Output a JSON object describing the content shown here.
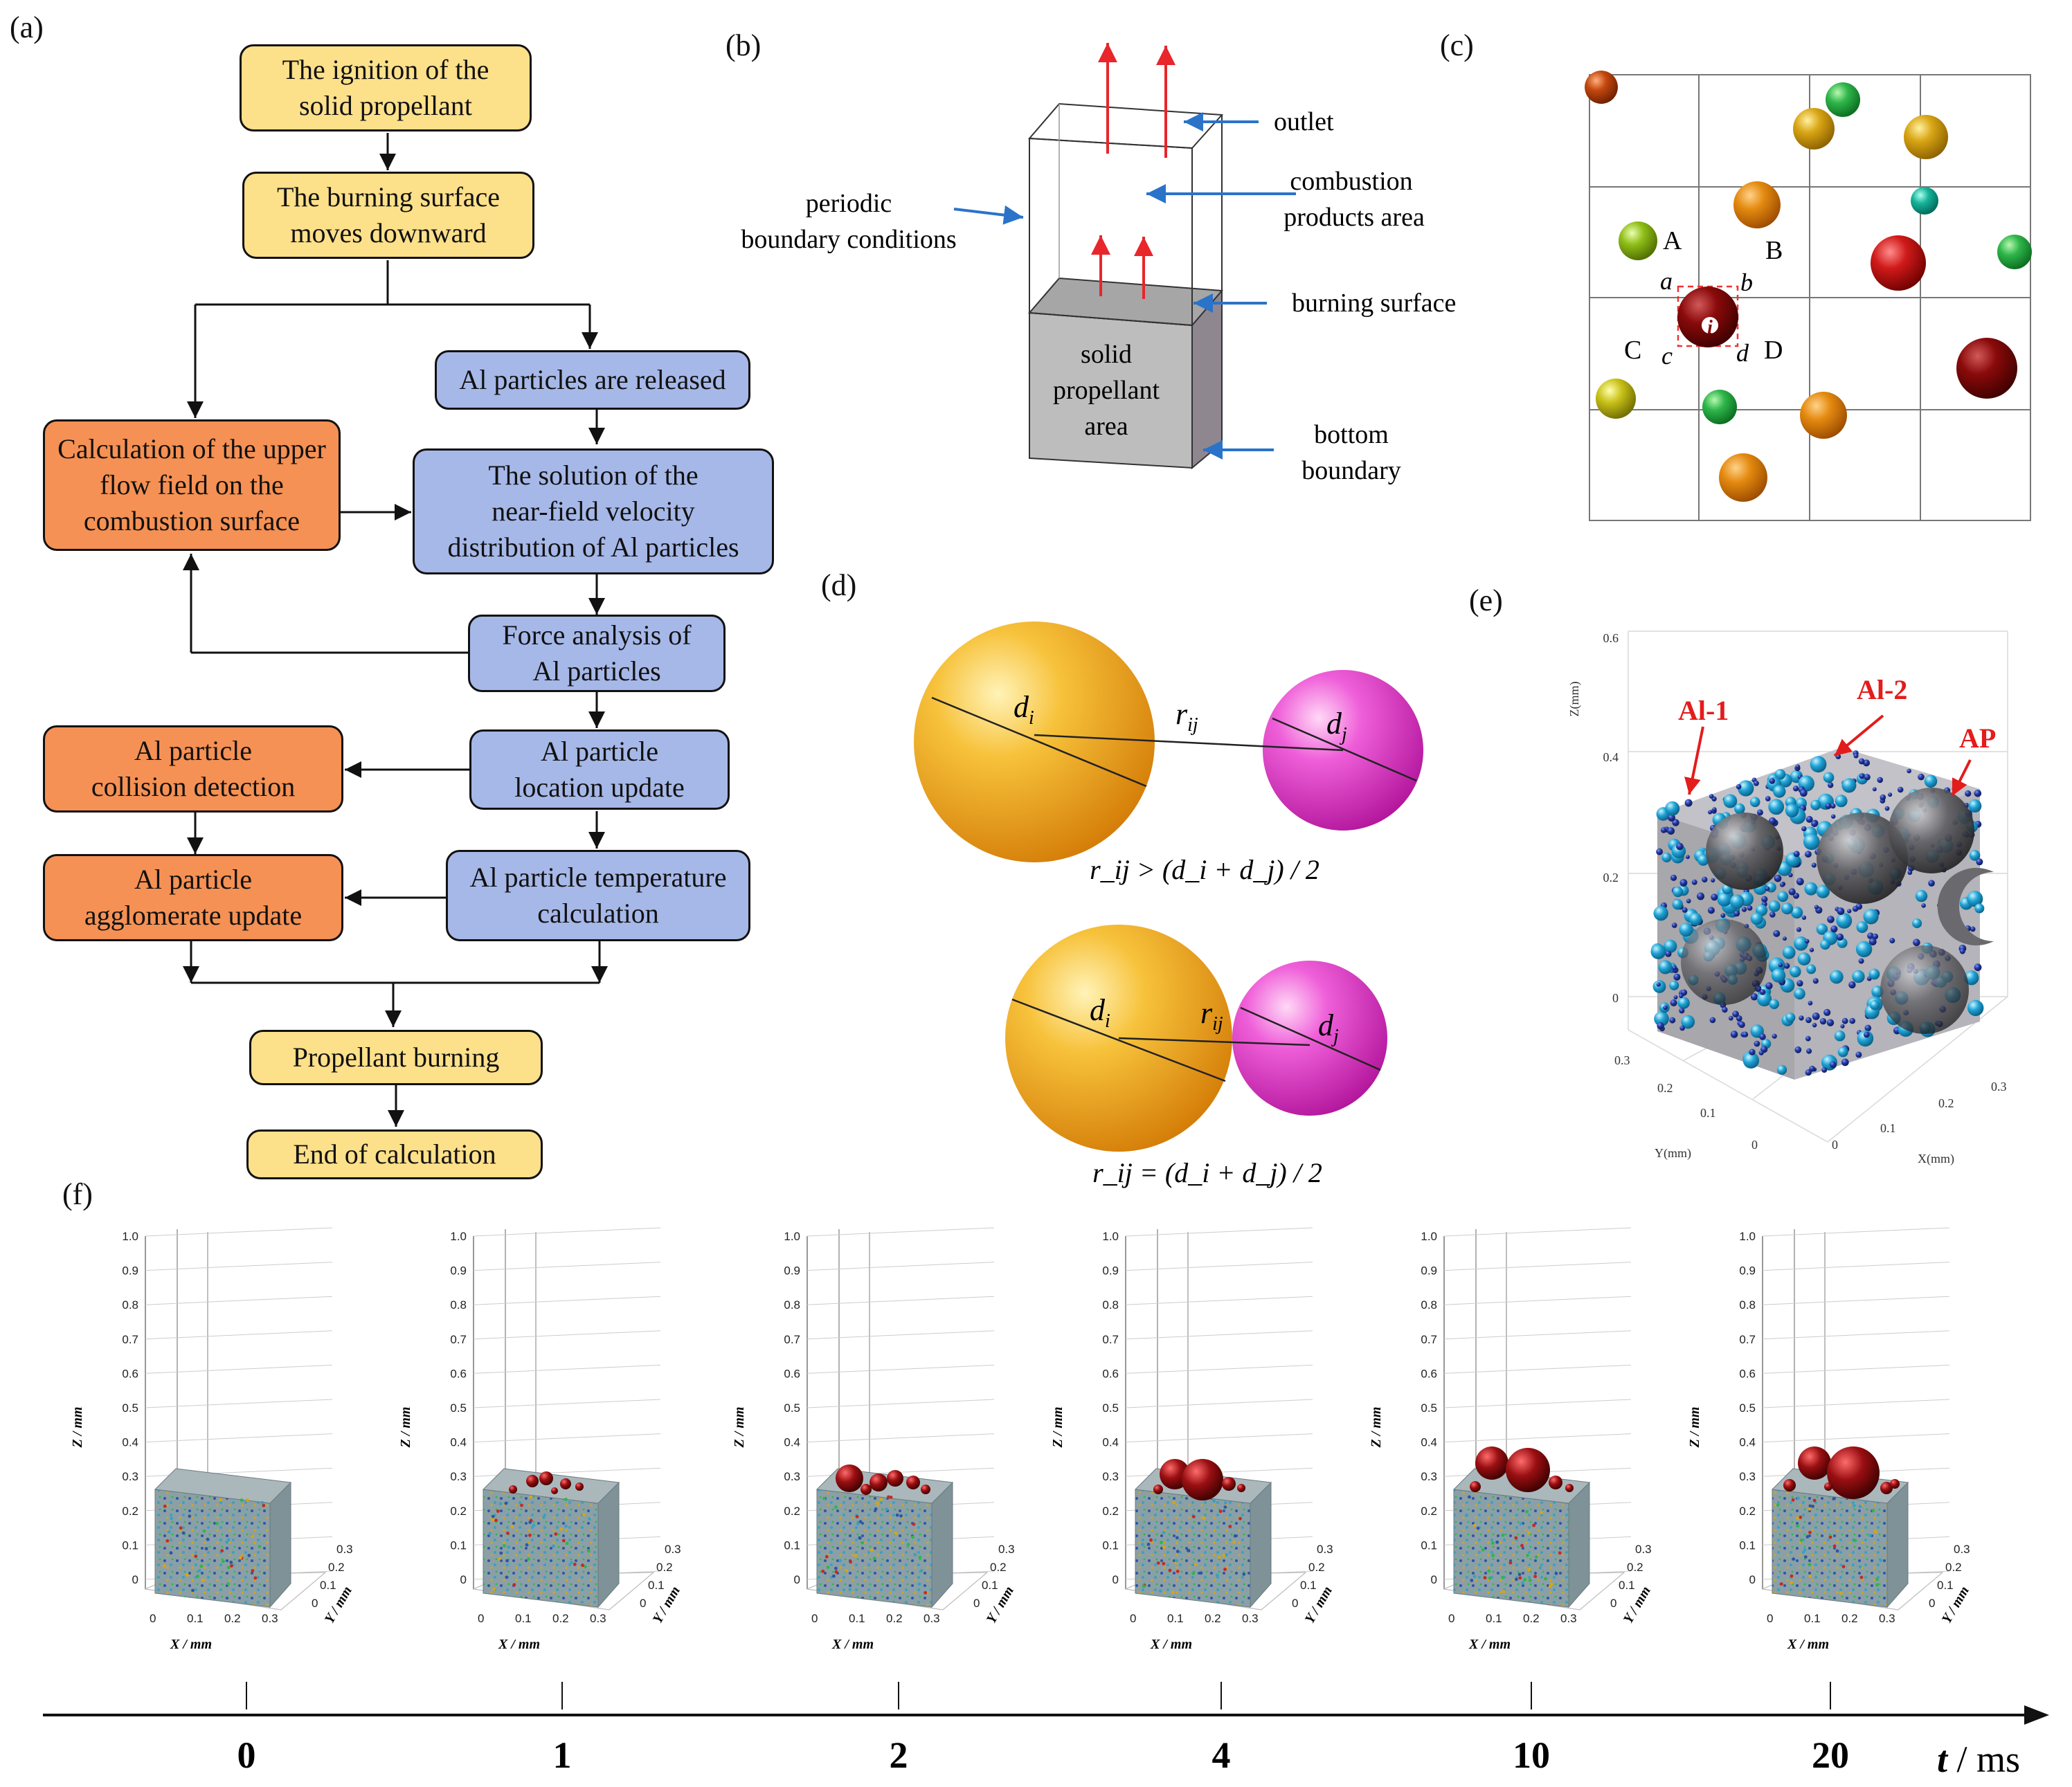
{
  "panel_labels": [
    "(a)",
    "(b)",
    "(c)",
    "(d)",
    "(e)",
    "(f)"
  ],
  "flowchart": {
    "ignition": "The ignition of the\nsolid propellant",
    "burning_surface": "The burning surface\nmoves downward",
    "al_released": "Al particles are released",
    "upper_flow": "Calculation of the upper\nflow field on the\ncombustion surface",
    "near_field": "The solution of the\nnear-field velocity\ndistribution of Al particles",
    "force_analysis": "Force analysis of\nAl particles",
    "location_update": "Al particle\nlocation update",
    "collision_detection": "Al particle\ncollision detection",
    "temperature_calc": "Al particle temperature\ncalculation",
    "agglomerate_update": "Al particle\nagglomerate update",
    "propellant_burning": "Propellant burning",
    "end_calc": "End of calculation"
  },
  "panel_b": {
    "outlet": "outlet",
    "combustion_products": [
      "combustion",
      "products area"
    ],
    "periodic": [
      "periodic",
      "boundary conditions"
    ],
    "burning_surface": "burning surface",
    "solid_area": [
      "solid",
      "propellant",
      "area"
    ],
    "bottom": [
      "bottom",
      "boundary"
    ],
    "colors": {
      "arrow_red": "#e8262b",
      "arrow_blue": "#2a73c9",
      "solid_front": "#bdbdbd",
      "solid_side": "#8e8790"
    }
  },
  "panel_c": {
    "cell_labels": [
      "A",
      "B",
      "C",
      "D"
    ],
    "corner_labels": [
      "a",
      "b",
      "c",
      "d"
    ],
    "particle_label": "i"
  },
  "panel_d": {
    "di": "d",
    "di_sub": "i",
    "dj": "d",
    "dj_sub": "j",
    "rij": "r",
    "rij_sub": "ij",
    "cond_separate": "r_ij > (d_i + d_j) / 2",
    "cond_contact": "r_ij = (d_i + d_j) / 2",
    "colors": {
      "sphere_i": "#f2a91f",
      "sphere_j": "#e34fd0"
    }
  },
  "panel_e": {
    "labels": [
      "Al-1",
      "Al-2",
      "AP"
    ],
    "z_axis_label": "Z(mm)",
    "x_axis_label": "X(mm)",
    "y_axis_label": "Y(mm)",
    "z_ticks": [
      "0",
      "0.2",
      "0.4",
      "0.6"
    ],
    "x_ticks": [
      "0",
      "0.1",
      "0.2",
      "0.3"
    ],
    "y_ticks": [
      "0",
      "0.1",
      "0.2",
      "0.3"
    ],
    "colors": {
      "label": "#e31c1c",
      "al1": "#1fa3d6",
      "al2": "#233a9e",
      "ap": "#4d4d4f"
    }
  },
  "panel_f": {
    "z_axis_label": "Z / mm",
    "x_axis_label": "X / mm",
    "y_axis_label": "Y / mm",
    "z_ticks": [
      "0",
      "0.1",
      "0.2",
      "0.3",
      "0.4",
      "0.5",
      "0.6",
      "0.7",
      "0.8",
      "0.9",
      "1.0"
    ],
    "x_ticks": [
      "0",
      "0.1",
      "0.2",
      "0.3"
    ],
    "y_ticks": [
      "0",
      "0.1",
      "0.2",
      "0.3"
    ],
    "times": [
      "0",
      "1",
      "2",
      "4",
      "10",
      "20"
    ],
    "time_axis_t": "t",
    "time_axis_unit": " / ms",
    "agglomerate_color": "#9a0f12"
  }
}
